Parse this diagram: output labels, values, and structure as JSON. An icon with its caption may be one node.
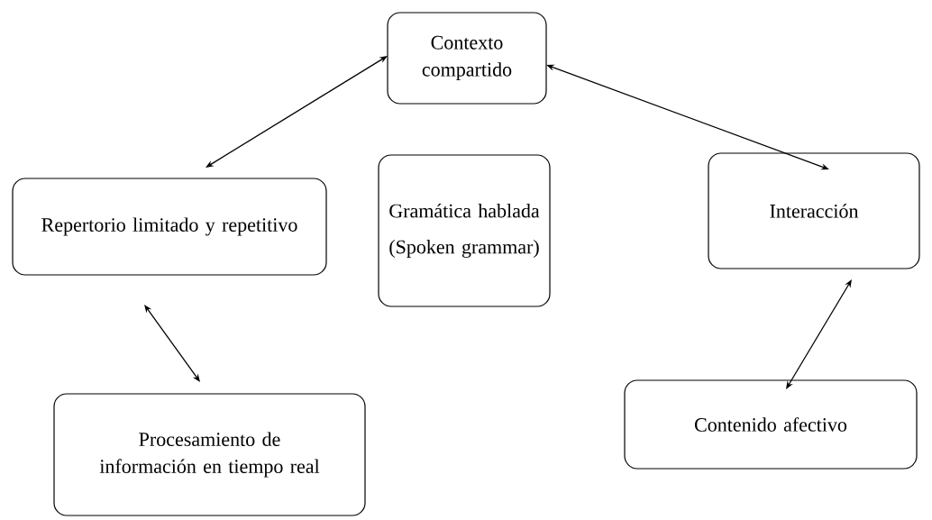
{
  "diagram": {
    "nodes": [
      {
        "text": [
          "Contexto compartido"
        ]
      },
      {
        "text": [
          "Repertorio limitado y repetitivo"
        ]
      },
      {
        "text": [
          "Gramática hablada",
          "(Spoken grammar)"
        ]
      },
      {
        "text": [
          "Interacción"
        ]
      },
      {
        "text": [
          "Procesamiento de información en tiempo real"
        ]
      },
      {
        "text": [
          "Contenido afectivo"
        ]
      }
    ],
    "edges": [
      {
        "from": 0,
        "to": 1,
        "arrow": "both"
      },
      {
        "from": 0,
        "to": 3,
        "arrow": "both"
      },
      {
        "from": 1,
        "to": 4,
        "arrow": "both"
      },
      {
        "from": 3,
        "to": 5,
        "arrow": "both"
      }
    ]
  }
}
